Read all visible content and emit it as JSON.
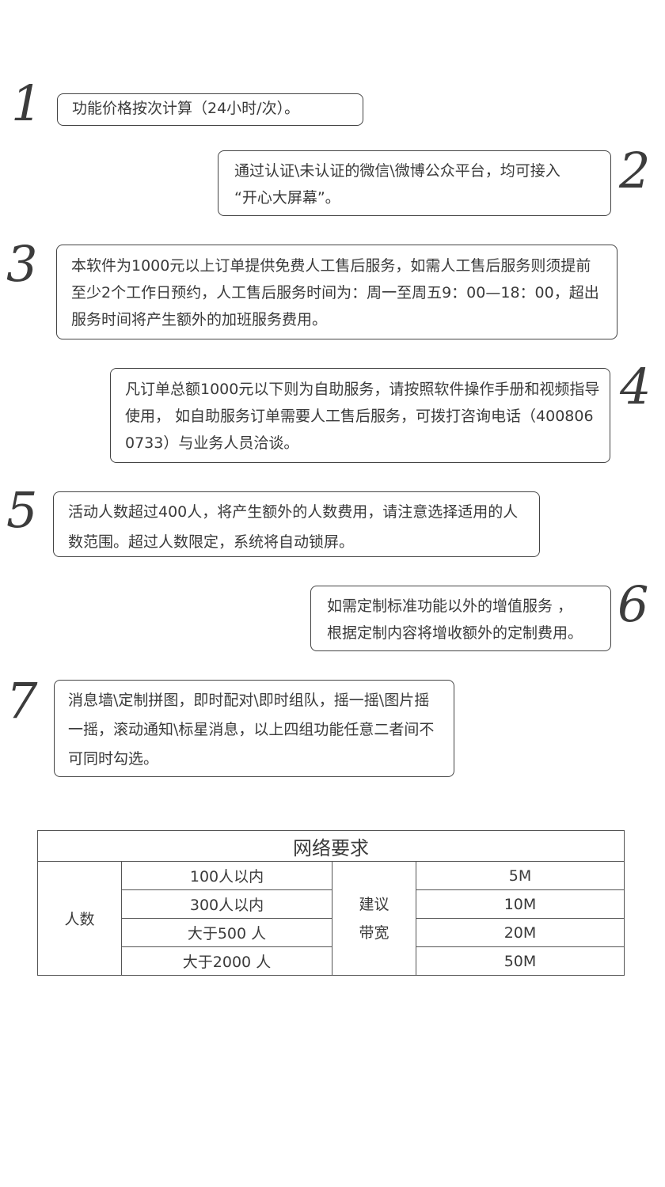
{
  "items": [
    {
      "num": "1",
      "text": "功能价格按次计算（24小时/次）。"
    },
    {
      "num": "2",
      "text": "通过认证\\未认证的微信\\微博公众平台，均可接入\n“开心大屏幕”。"
    },
    {
      "num": "3",
      "text": "本软件为1000元以上订单提供免费人工售后服务，如需人工售后服务则须提前至少2个工作日预约，人工售后服务时间为：周一至周五9：00—18：00，超出服务时间将产生额外的加班服务费用。"
    },
    {
      "num": "4",
      "text": "凡订单总额1000元以下则为自助服务，请按照软件操作手册和视频指导使用，  如自助服务订单需要人工售后服务，可拨打咨询电话（4008060733）与业务人员洽谈。"
    },
    {
      "num": "5",
      "text": "活动人数超过400人，将产生额外的人数费用，请注意选择适用的人数范围。超过人数限定，系统将自动锁屏。"
    },
    {
      "num": "6",
      "text": "如需定制标准功能以外的增值服务  ，\n根据定制内容将增收额外的定制费用。"
    },
    {
      "num": "7",
      "text": "消息墙\\定制拼图，即时配对\\即时组队，摇一摇\\图片摇一摇，滚动通知\\标星消息，以上四组功能任意二者间不可同时勾选。"
    }
  ],
  "network": {
    "title": "网络要求",
    "left_header": "人数",
    "mid_header": "建议\n带宽",
    "rows": [
      {
        "people": "100人以内",
        "bandwidth": "5M"
      },
      {
        "people": "300人以内",
        "bandwidth": "10M"
      },
      {
        "people": "大于500 人",
        "bandwidth": "20M"
      },
      {
        "people": "大于2000 人",
        "bandwidth": "50M"
      }
    ]
  }
}
